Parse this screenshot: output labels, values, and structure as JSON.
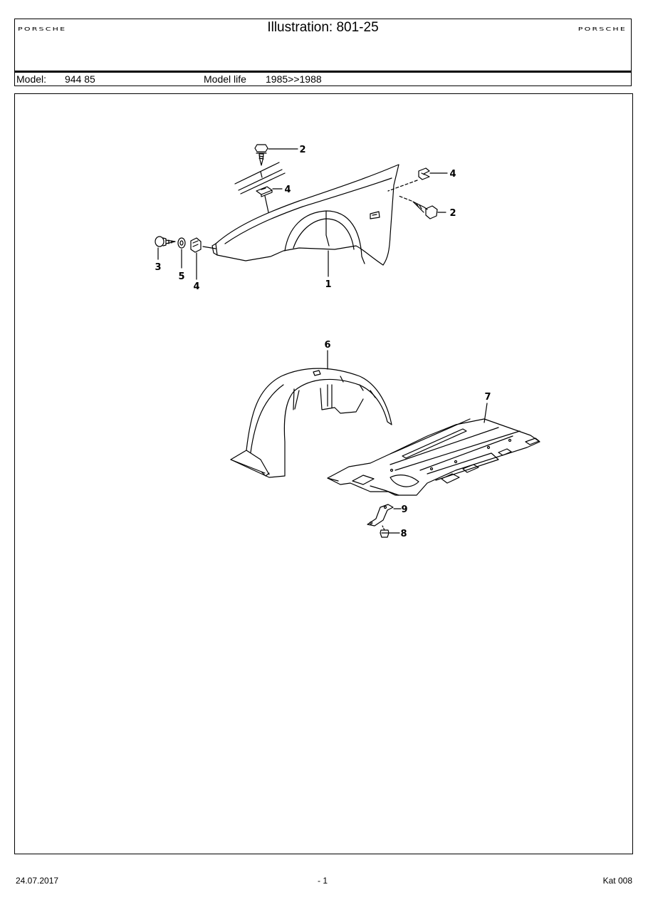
{
  "header": {
    "brand_left": "PORSCHE",
    "brand_right": "PORSCHE",
    "title": "Illustration: 801-25",
    "model_label": "Model:",
    "model_value": "944 85",
    "model_life_label": "Model life",
    "model_life_value": "1985>>1988"
  },
  "callouts": {
    "fender": "1",
    "bolt_top": "2",
    "clip_top": "4",
    "clip_right": "4",
    "bolt_right": "2",
    "screw_left": "3",
    "washer": "5",
    "clip_left": "4",
    "wheel_liner": "6",
    "underbody_panel": "7",
    "bracket": "9",
    "nut": "8"
  },
  "footer": {
    "date": "24.07.2017",
    "page": "- 1",
    "catalog": "Kat 008"
  }
}
